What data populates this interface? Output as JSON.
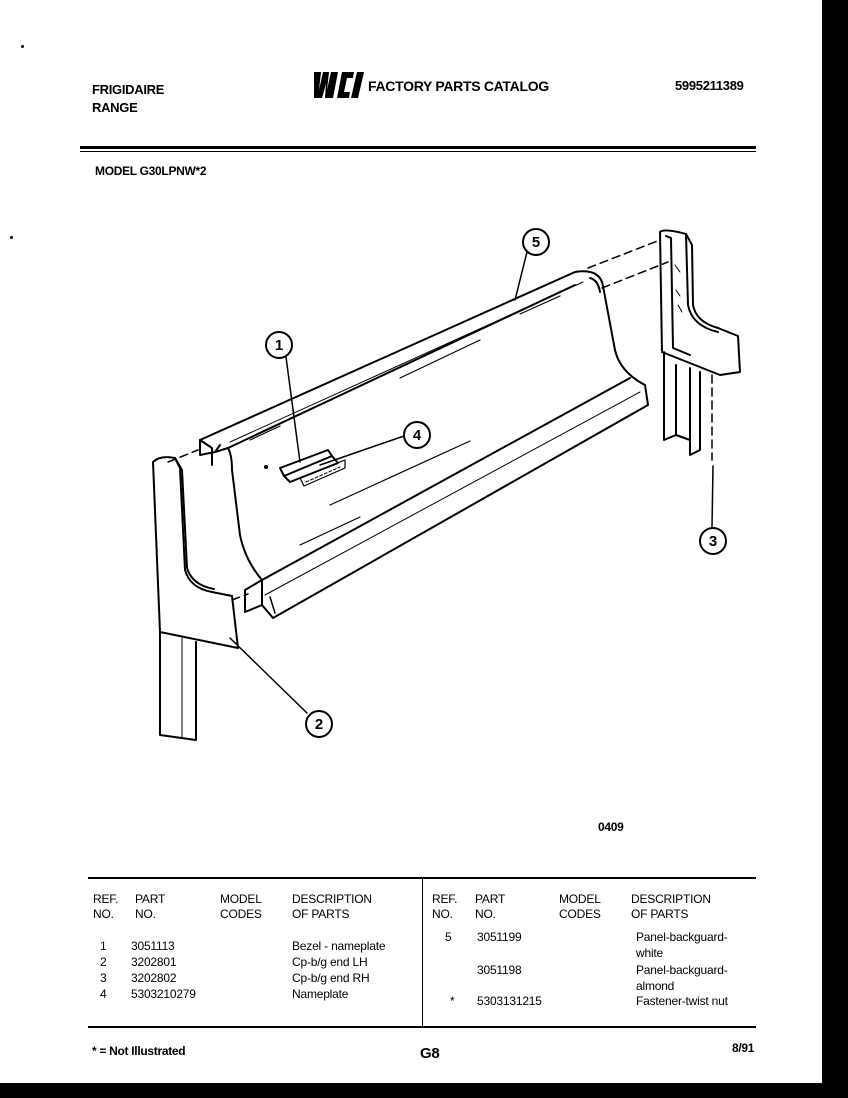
{
  "header": {
    "brand": "FRIGIDAIRE",
    "product": "RANGE",
    "logo_text": "WCI",
    "catalog_title": "FACTORY PARTS CATALOG",
    "catalog_number": "5995211389"
  },
  "model_label": "MODEL G30LPNW*2",
  "diagram": {
    "callouts": [
      "1",
      "2",
      "3",
      "4",
      "5"
    ],
    "drawing_code": "0409"
  },
  "table": {
    "headers": {
      "ref_no": [
        "REF.",
        "NO."
      ],
      "part_no": [
        "PART",
        "NO."
      ],
      "model_codes": [
        "MODEL",
        "CODES"
      ],
      "description": [
        "DESCRIPTION",
        "OF PARTS"
      ]
    },
    "left_rows": [
      {
        "ref": "1",
        "part": "3051113",
        "desc": "Bezel - nameplate"
      },
      {
        "ref": "2",
        "part": "3202801",
        "desc": "Cp-b/g end LH"
      },
      {
        "ref": "3",
        "part": "3202802",
        "desc": "Cp-b/g end RH"
      },
      {
        "ref": "4",
        "part": "5303210279",
        "desc": "Nameplate"
      }
    ],
    "right_rows": [
      {
        "ref": "5",
        "part": "3051199",
        "desc": [
          "Panel-backguard-",
          "white"
        ]
      },
      {
        "ref": "",
        "part": "3051198",
        "desc": [
          "Panel-backguard-",
          "almond"
        ]
      },
      {
        "ref": "*",
        "part": "5303131215",
        "desc": [
          "Fastener-twist nut"
        ]
      }
    ]
  },
  "footer": {
    "note": "* = Not Illustrated",
    "page": "G8",
    "date": "8/91"
  }
}
